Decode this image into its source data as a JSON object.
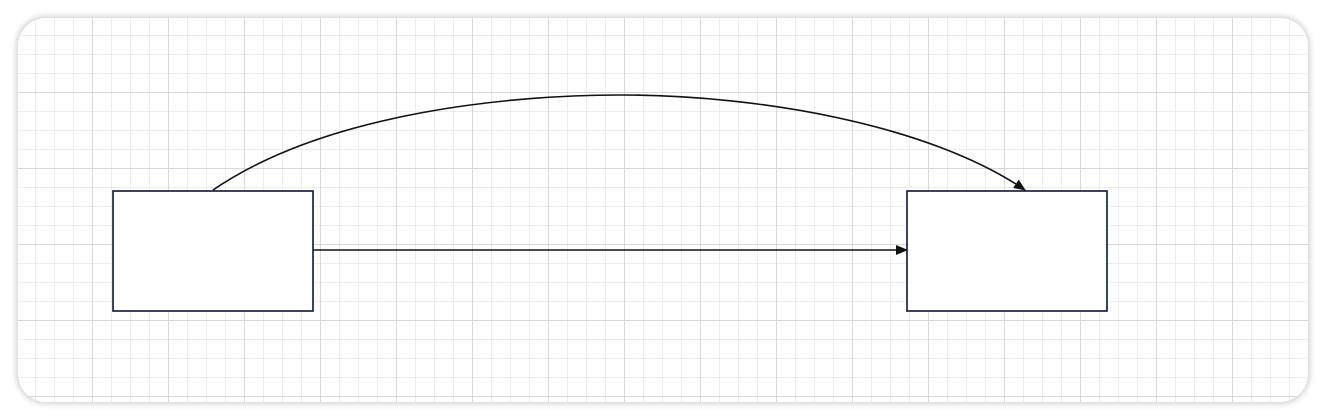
{
  "canvas": {
    "grid": true,
    "colors": {
      "background": "#ffffff",
      "grid_major": "#d8d8d8",
      "grid_minor": "#ececec"
    }
  },
  "nodes": [
    {
      "id": "node-left",
      "label": "",
      "stroke": "#0d1440",
      "fill": "#ffffff"
    },
    {
      "id": "node-right",
      "label": "",
      "stroke": "#0d1440",
      "fill": "#ffffff"
    }
  ],
  "edges": [
    {
      "id": "edge-straight",
      "from": "node-left",
      "to": "node-right",
      "style": "straight",
      "arrow": "end",
      "color": "#111111"
    },
    {
      "id": "edge-curved",
      "from": "node-left",
      "to": "node-right",
      "style": "curved",
      "arrow": "end",
      "color": "#111111"
    }
  ]
}
